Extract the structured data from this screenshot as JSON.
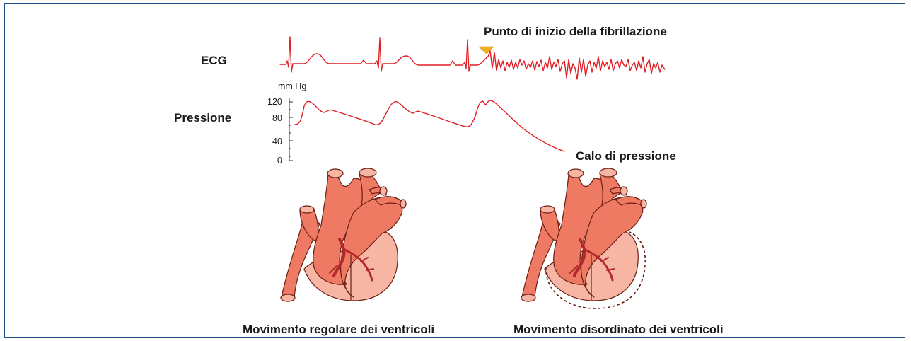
{
  "labels": {
    "ecg": "ECG",
    "pressure": "Pressione",
    "fibrillation_start": "Punto di inizio della fibrillazione",
    "pressure_drop": "Calo di pressione",
    "regular_caption": "Movimento regolare dei ventricoli",
    "disordered_caption": "Movimento disordinato dei ventricoli"
  },
  "pressure_axis": {
    "unit": "mm Hg",
    "ticks": [
      "120",
      "80",
      "40",
      "0"
    ]
  },
  "colors": {
    "trace": "#e01f26",
    "frame": "#1e4f86",
    "marker": "#f2b01e",
    "heart_main": "#ee7a64",
    "heart_light": "#f6b6a3",
    "heart_dark": "#b3282a"
  },
  "icons": {
    "fibrillation_marker": "triangle-down-icon"
  }
}
